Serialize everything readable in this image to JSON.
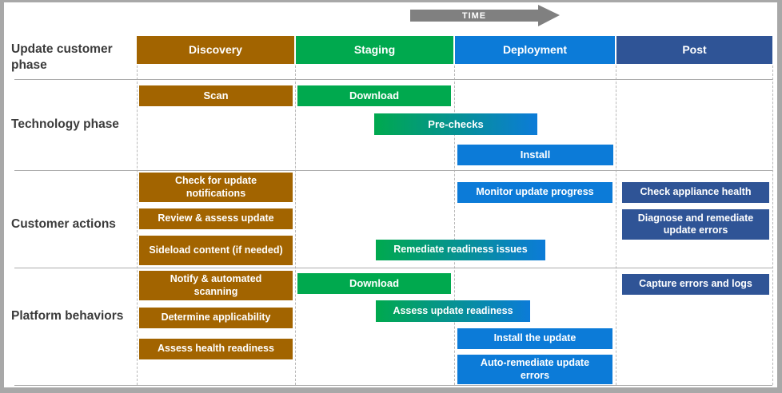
{
  "time_arrow": {
    "label": "TIME"
  },
  "colors": {
    "discovery": "#A26400",
    "staging": "#00A94E",
    "deployment": "#0C7BD8",
    "post": "#2F5496",
    "gradient_start": "#00A94E",
    "gradient_end": "#0C7BD8",
    "arrow": "#808080",
    "grid_line": "#ABABAB",
    "label_text": "#3B3B3B"
  },
  "row_labels": {
    "update_customer_phase": "Update customer phase",
    "technology_phase": "Technology phase",
    "customer_actions": "Customer actions",
    "platform_behaviors": "Platform behaviors"
  },
  "phases": [
    {
      "label": "Discovery"
    },
    {
      "label": "Staging"
    },
    {
      "label": "Deployment"
    },
    {
      "label": "Post"
    }
  ],
  "bars": {
    "technology": [
      {
        "label": "Scan"
      },
      {
        "label": "Download"
      },
      {
        "label": "Pre-checks"
      },
      {
        "label": "Install"
      }
    ],
    "customer": [
      {
        "label": "Check for update notifications"
      },
      {
        "label": "Monitor update progress"
      },
      {
        "label": "Check appliance health"
      },
      {
        "label": "Review & assess update"
      },
      {
        "label": "Diagnose and remediate update errors"
      },
      {
        "label": "Sideload content (if needed)"
      },
      {
        "label": "Remediate readiness issues"
      }
    ],
    "platform": [
      {
        "label": "Notify & automated scanning"
      },
      {
        "label": "Download"
      },
      {
        "label": "Capture errors and logs"
      },
      {
        "label": "Assess update readiness"
      },
      {
        "label": "Determine applicability"
      },
      {
        "label": "Install the update"
      },
      {
        "label": "Assess health readiness"
      },
      {
        "label": "Auto-remediate update errors"
      }
    ]
  }
}
